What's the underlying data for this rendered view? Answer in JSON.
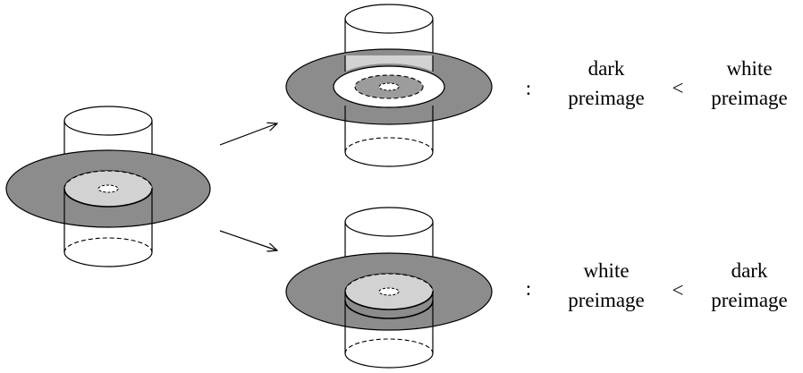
{
  "colors": {
    "dark_disk": "#8c8c8c",
    "light_inner": "#d2d2d2",
    "white": "#ffffff",
    "stroke": "#000000"
  },
  "relations": {
    "top": {
      "colon": ":",
      "left_line1": "dark",
      "left_line2": "preimage",
      "operator": "<",
      "right_line1": "white",
      "right_line2": "preimage"
    },
    "bottom": {
      "colon": ":",
      "left_line1": "white",
      "left_line2": "preimage",
      "operator": "<",
      "right_line1": "dark",
      "right_line2": "preimage"
    }
  }
}
